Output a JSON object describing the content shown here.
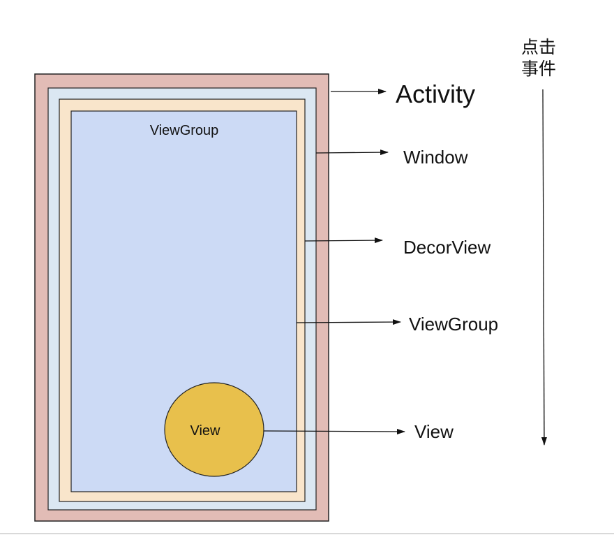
{
  "diagram": {
    "inner_viewgroup_title": "ViewGroup",
    "view_label": "View",
    "labels": {
      "activity": "Activity",
      "window": "Window",
      "decorview": "DecorView",
      "viewgroup": "ViewGroup",
      "view": "View"
    },
    "event_label": {
      "line1": "点击",
      "line2": "事件"
    }
  },
  "colors": {
    "activity_fill": "#e2bcb6",
    "window_fill": "#dbe7f2",
    "decorview_fill": "#f9e5cb",
    "viewgroup_fill": "#ccdaf5",
    "view_fill": "#e8c04c",
    "stroke": "#222222",
    "bottom_divider": "#d9d9d9"
  }
}
